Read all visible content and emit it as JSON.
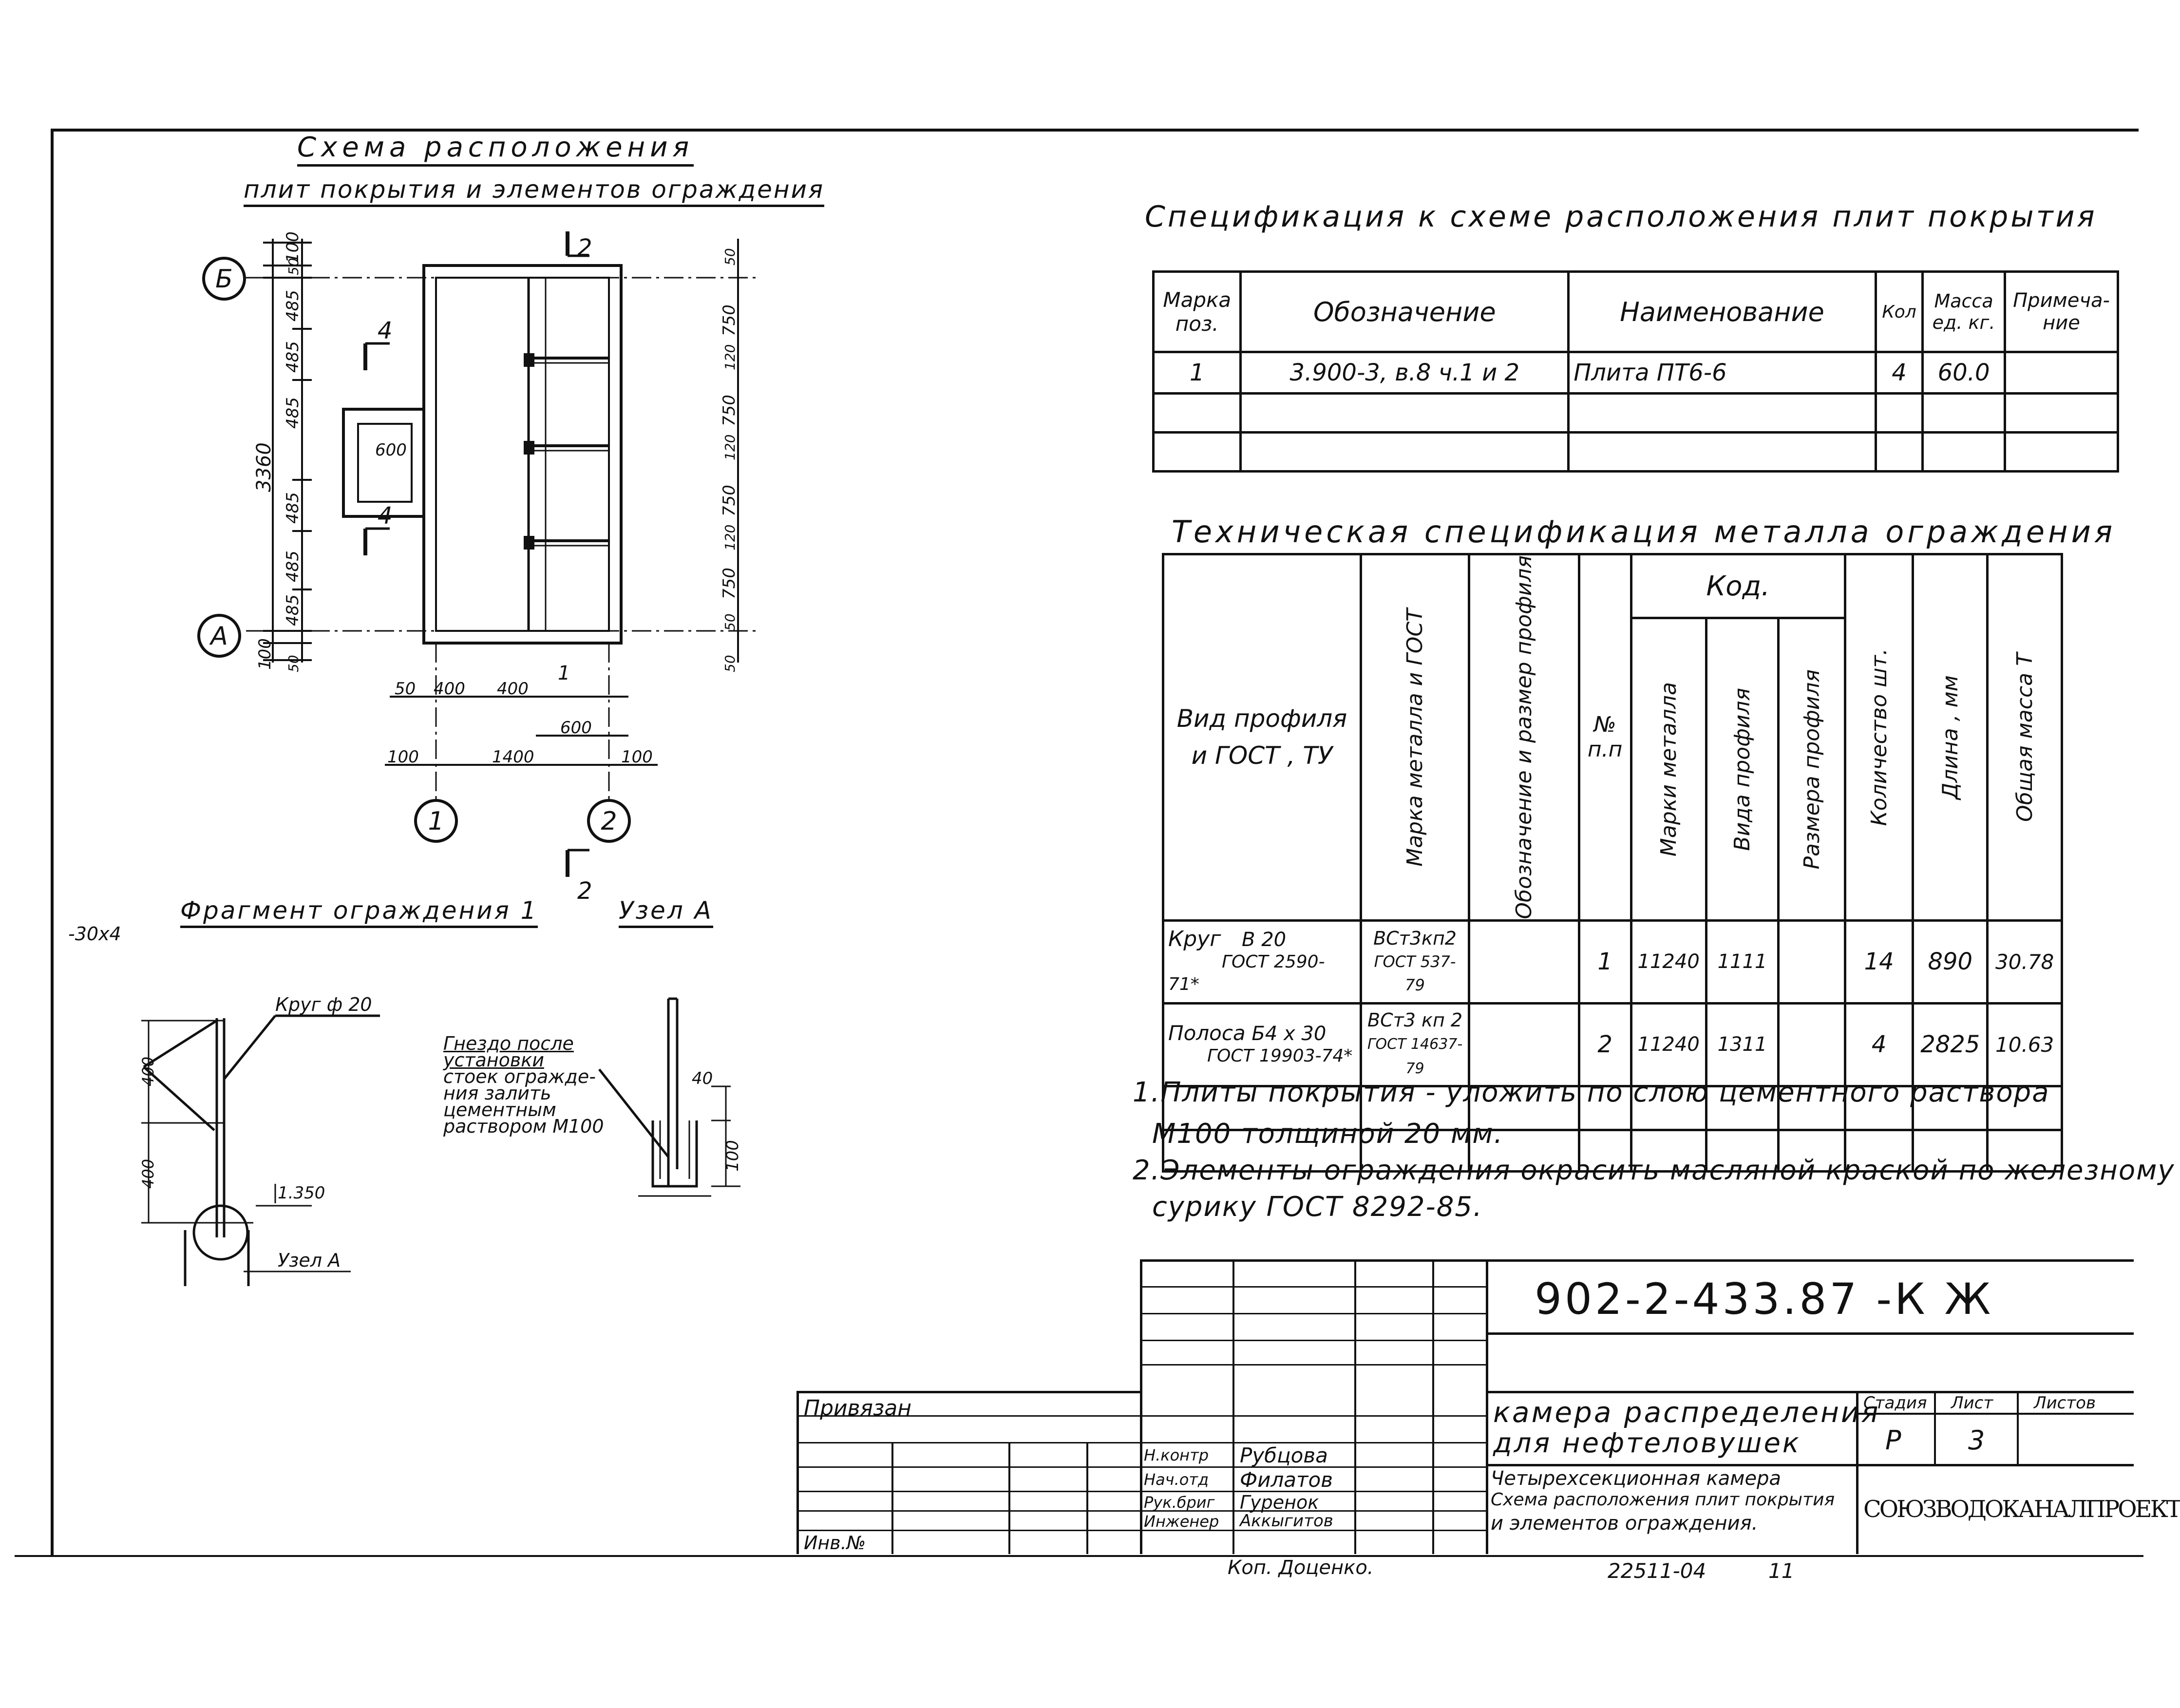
{
  "scheme": {
    "title_line1": "Схема расположения",
    "title_line2": "плит покрытия и элементов ограждения",
    "axis_b": "Б",
    "axis_a": "А",
    "axis_1": "1",
    "axis_2": "2",
    "section_2": "2",
    "section_4": "4",
    "dim_3360": "3360",
    "dim_485": "485",
    "dim_100": "100",
    "dim_50": "50",
    "dim_600": "600",
    "dim_400": "400",
    "dim_1400": "1400",
    "dim_750": "750",
    "dim_120": "120",
    "mark_1": "1"
  },
  "fragment": {
    "title": "Фрагмент ограждения",
    "title_num": "1",
    "label_30x4": "-30х4",
    "label_krug": "Круг ф 20",
    "dim_400": "400",
    "level": "1.350",
    "node_label": "Узел А"
  },
  "node": {
    "title": "Узел А",
    "note_lines": [
      "Гнездо после",
      "установки",
      "стоек огражде-",
      "ния залить",
      "цементным",
      "раствором М100"
    ],
    "dim_40": "40",
    "dim_100": "100"
  },
  "spec": {
    "title": "Спецификация к схеме расположения плит покрытия",
    "headers": [
      "Марка поз.",
      "Обозначение",
      "Наименование",
      "Кол",
      "Масса ед. кг.",
      "Примеча- ние"
    ],
    "rows": [
      [
        "1",
        "3.900-3, в.8 ч.1 и 2",
        "Плита ПТ6-6",
        "4",
        "60.0",
        ""
      ],
      [
        "",
        "",
        "",
        "",
        "",
        ""
      ],
      [
        "",
        "",
        "",
        "",
        "",
        ""
      ]
    ]
  },
  "tech": {
    "title": "Техническая спецификация металла ограждения",
    "h_vid": "Вид профиля и ГОСТ , ТУ",
    "h_marka": "Марка металла и ГОСТ",
    "h_oboz": "Обозначение и размер профиля",
    "h_num": "№ п.п",
    "h_kod": "Код.",
    "h_kod_marki": "Марки металла",
    "h_kod_vida": "Вида профиля",
    "h_kod_razm": "Размера профиля",
    "h_kol": "Количество шт.",
    "h_dlina": "Длина , мм",
    "h_massa": "Общая масса Т",
    "rows": [
      {
        "vid_a": "Круг",
        "vid_b": "В 20",
        "vid_c": "ГОСТ 2590-71*",
        "marka_a": "ВСт3кп2",
        "marka_b": "ГОСТ 537-79",
        "oboz": "",
        "num": "1",
        "k1": "11240",
        "k2": "1111",
        "k3": "",
        "kol": "14",
        "dlina": "890",
        "massa": "30.78"
      },
      {
        "vid_a": "Полоса",
        "vid_b": "Б4 х 30",
        "vid_c": "ГОСТ 19903-74*",
        "marka_a": "ВСт3 кп 2",
        "marka_b": "ГОСТ 14637-79",
        "oboz": "",
        "num": "2",
        "k1": "11240",
        "k2": "1311",
        "k3": "",
        "kol": "4",
        "dlina": "2825",
        "massa": "10.63"
      }
    ]
  },
  "notes": {
    "line1": "1.Плиты покрытия - уложить по слою цементного раствора",
    "line2": "М100 толщиной 20 мм.",
    "line3": "2.Элементы ограждения окрасить масляной краской по железному",
    "line4": "сурику ГОСТ 8292-85."
  },
  "titleblock": {
    "code": "902-2-433.87 -К Ж",
    "privyazan": "Привязан",
    "inv": "Инв.№",
    "roles": [
      "Н.контр",
      "Нач.отд",
      "Рук.бриг",
      "Инженер"
    ],
    "names": [
      "Рубцова",
      "Филатов",
      "Гуренок",
      "Аккыгитов"
    ],
    "object_line1": "камера распределения",
    "object_line2": "для нефтеловушек",
    "stadia_h": "Стадия",
    "list_h": "Лист",
    "listov_h": "Листов",
    "stadia": "Р",
    "list": "3",
    "listov": "",
    "desc_line1": "Четырехсекционная камера",
    "desc_line2": "Схема расположения плит покрытия",
    "desc_line3": "и элементов ограждения.",
    "org": "СОЮЗВОДОКАНАЛПРОЕКТ",
    "copy": "Коп. Доценко.",
    "bottom_code": "22511-04",
    "bottom_num": "11"
  }
}
